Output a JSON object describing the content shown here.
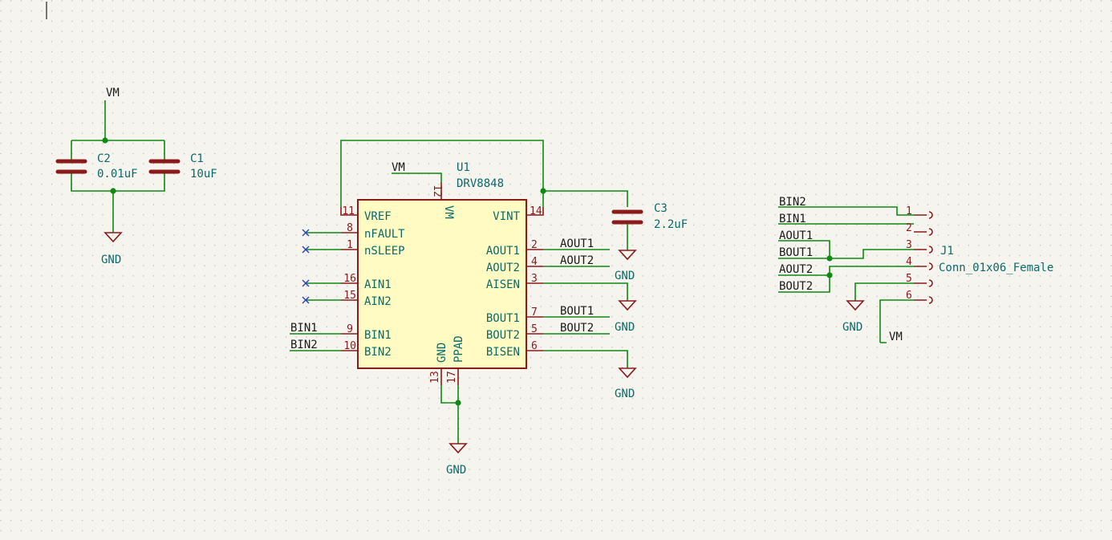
{
  "u1": {
    "ref": "U1",
    "value": "DRV8848",
    "pins": {
      "vref": {
        "name": "VREF",
        "num": "11"
      },
      "nfault": {
        "name": "nFAULT",
        "num": "8"
      },
      "nsleep": {
        "name": "nSLEEP",
        "num": "1"
      },
      "ain1": {
        "name": "AIN1",
        "num": "16"
      },
      "ain2": {
        "name": "AIN2",
        "num": "15"
      },
      "bin1": {
        "name": "BIN1",
        "num": "9"
      },
      "bin2": {
        "name": "BIN2",
        "num": "10"
      },
      "vm": {
        "name": "VM",
        "num": "12"
      },
      "vint": {
        "name": "VINT",
        "num": "14"
      },
      "aout1": {
        "name": "AOUT1",
        "num": "2"
      },
      "aout2": {
        "name": "AOUT2",
        "num": "4"
      },
      "aisen": {
        "name": "AISEN",
        "num": "3"
      },
      "bout1": {
        "name": "BOUT1",
        "num": "7"
      },
      "bout2": {
        "name": "BOUT2",
        "num": "5"
      },
      "bisen": {
        "name": "BISEN",
        "num": "6"
      },
      "gnd": {
        "name": "GND",
        "num": "13"
      },
      "ppad": {
        "name": "PPAD",
        "num": "17"
      }
    }
  },
  "c1": {
    "ref": "C1",
    "value": "10uF"
  },
  "c2": {
    "ref": "C2",
    "value": "0.01uF"
  },
  "c3": {
    "ref": "C3",
    "value": "2.2uF"
  },
  "j1": {
    "ref": "J1",
    "value": "Conn_01x06_Female",
    "pins": [
      "1",
      "2",
      "3",
      "4",
      "5",
      "6"
    ]
  },
  "power": {
    "vm": "VM",
    "gnd": "GND"
  },
  "labels": {
    "aout1": "AOUT1",
    "aout2": "AOUT2",
    "bout1": "BOUT1",
    "bout2": "BOUT2",
    "bin1": "BIN1",
    "bin2": "BIN2"
  }
}
